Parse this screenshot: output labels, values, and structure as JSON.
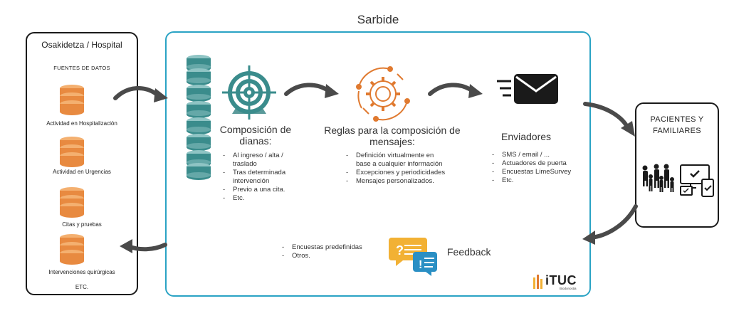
{
  "title": "Sarbide",
  "left_panel": {
    "title": "Osakidetza / Hospital",
    "subtitle": "FUENTES DE DATOS",
    "sources": [
      "Actividad en Hospitalización",
      "Actividad en Urgencias",
      "Citas y pruebas",
      "Intervenciones quirúrgicas"
    ],
    "etc": "ETC."
  },
  "targets": {
    "heading": "Composición de dianas:",
    "items": [
      "Al ingreso / alta / traslado",
      "Tras determinada intervención",
      "Previo a una cita.",
      "Etc."
    ]
  },
  "rules": {
    "heading": "Reglas para la composición de mensajes:",
    "items": [
      "Definición virtualmente en base a cualquier información",
      "Excepciones y periodicidades",
      "Mensajes personalizados."
    ]
  },
  "senders": {
    "heading": "Enviadores",
    "items": [
      "SMS / email / ...",
      "Actuadores de puerta",
      "Encuestas LimeSurvey",
      "Etc."
    ]
  },
  "feedback": {
    "label": "Feedback",
    "items": [
      "Encuestas predefinidas",
      "Otros."
    ]
  },
  "right_panel": {
    "title": "PACIENTES Y FAMILIARES"
  },
  "logo": {
    "text": "iTUC",
    "subtext": "Biodonostia"
  },
  "colors": {
    "accent_blue": "#2aa3c4",
    "teal": "#3a8c8c",
    "orange": "#e07a30",
    "database_orange": "#f0a055",
    "arrow_gray": "#4a4a4a"
  }
}
